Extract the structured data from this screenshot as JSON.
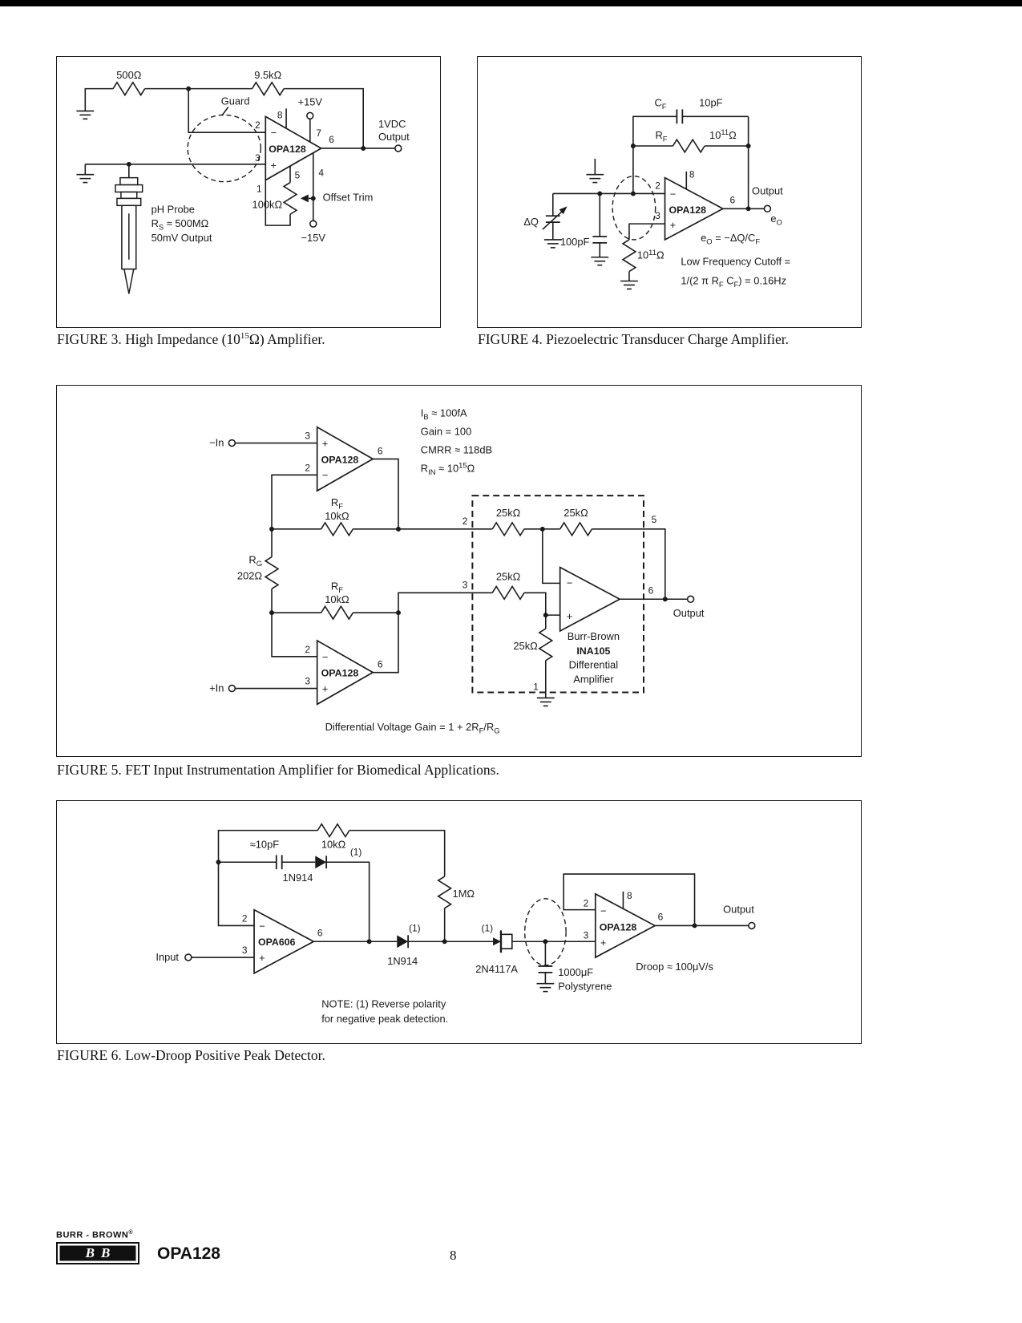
{
  "page": {
    "number": "8",
    "part": "OPA128",
    "brand": "BURR - BROWN",
    "reg": "®",
    "logo": "BB"
  },
  "sym": {
    "plus": "+",
    "minus": "−"
  },
  "pins": {
    "p1": "1",
    "p2": "2",
    "p3": "3",
    "p4": "4",
    "p5": "5",
    "p6": "6",
    "p7": "7",
    "p8": "8"
  },
  "parts": {
    "opa128": "OPA128",
    "opa606": "OPA606",
    "ina105": "INA105"
  },
  "captions": {
    "fig3_pre": "FIGURE 3. High Impedance (10",
    "fig3_sup": "15",
    "fig3_post": "Ω) Amplifier.",
    "fig4": "FIGURE 4. Piezoelectric Transducer Charge Amplifier.",
    "fig5": "FIGURE 5. FET Input Instrumentation Amplifier for Biomedical Applications.",
    "fig6": "FIGURE 6. Low-Droop Positive Peak Detector."
  },
  "fig3": {
    "r1": "500Ω",
    "r2": "9.5kΩ",
    "guard": "Guard",
    "vpos": "+15V",
    "vneg": "−15V",
    "out1": "1VDC",
    "out2": "Output",
    "pot": "100kΩ",
    "offset": "Offset Trim",
    "probe1": "pH Probe",
    "probe2_base": "R",
    "probe2_sub": "S",
    "probe2_rest": " ≈ 500MΩ",
    "probe3": "50mV Output"
  },
  "fig4": {
    "cf_base": "C",
    "cf_sub": "F",
    "cf_val": "10pF",
    "rf_base": "R",
    "rf_sub": "F",
    "r11_base": "10",
    "r11_sup": "11",
    "r11_unit": "Ω",
    "dq": "ΔQ",
    "c100": "100pF",
    "out": "Output",
    "eo_base": "e",
    "eo_sub": "O",
    "eq_base": "e",
    "eq_sub": "O",
    "eq_mid": " = −ΔQ/C",
    "eq_sub2": "F",
    "lf1": "Low Frequency Cutoff =",
    "lf2_a": "1/(2 π R",
    "lf2_b": "F",
    "lf2_c": " C",
    "lf2_d": "F",
    "lf2_e": ") = 0.16Hz"
  },
  "fig5": {
    "spec1_a": "I",
    "spec1_b": "B",
    "spec1_c": " ≈ 100fA",
    "spec2": "Gain = 100",
    "spec3": "CMRR ≈ 118dB",
    "spec4_a": "R",
    "spec4_b": "IN",
    "spec4_c": " ≈ 10",
    "spec4_d": "15",
    "spec4_e": "Ω",
    "neg_in": "−In",
    "pos_in": "+In",
    "rf_base": "R",
    "rf_sub": "F",
    "rf_val": "10kΩ",
    "rg_base": "R",
    "rg_sub": "G",
    "rg_val": "202Ω",
    "r25": "25kΩ",
    "bb": "Burr-Brown",
    "diff": "Differential",
    "ampl": "Amplifier",
    "out": "Output",
    "gain_a": "Differential Voltage Gain = 1 + 2R",
    "gain_b": "F",
    "gain_c": "/R",
    "gain_d": "G"
  },
  "fig6": {
    "c10": "≈10pF",
    "r10k": "10kΩ",
    "note_ref": "(1)",
    "d1914": "1N914",
    "r1m": "1MΩ",
    "fet": "2N4117A",
    "input": "Input",
    "output": "Output",
    "cap1": "1000μF",
    "cap2": "Polystyrene",
    "droop": "Droop ≈ 100μV/s",
    "note1": "NOTE: (1) Reverse polarity",
    "note2": "for negative peak detection."
  }
}
